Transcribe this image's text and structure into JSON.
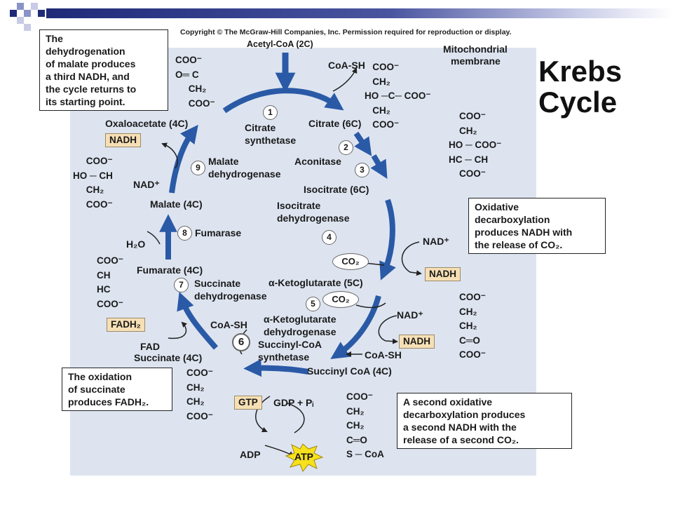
{
  "header": {
    "copyright": "Copyright © The McGraw-Hill Companies, Inc. Permission required for reproduction or display.",
    "title_line1": "Krebs",
    "title_line2": "Cycle",
    "bar_color": "#1e2a78",
    "square_colors": [
      "#1e2a78",
      "#8a93c7",
      "#c7cbe6"
    ]
  },
  "labels": {
    "acetyl_coa": "Acetyl-CoA (2C)",
    "coa_sh_top": "CoA-SH",
    "mito_membrane_1": "Mitochondrial",
    "mito_membrane_2": "membrane",
    "oxaloacetate": "Oxaloacetate (4C)",
    "citrate": "Citrate (6C)",
    "citrate_synthetase_1": "Citrate",
    "citrate_synthetase_2": "synthetase",
    "aconitase": "Aconitase",
    "isocitrate": "Isocitrate (6C)",
    "isocitrate_dh_1": "Isocitrate",
    "isocitrate_dh_2": "dehydrogenase",
    "malate_dh_1": "Malate",
    "malate_dh_2": "dehydrogenase",
    "nad_plus_left": "NAD⁺",
    "malate": "Malate (4C)",
    "fumarase": "Fumarase",
    "h2o": "H₂O",
    "fumarate": "Fumarate (4C)",
    "succinate_dh_1": "Succinate",
    "succinate_dh_2": "dehydrogenase",
    "a_ketoglutarate": "α-Ketoglutarate (5C)",
    "nad_plus_right1": "NAD⁺",
    "nad_plus_right2": "NAD⁺",
    "coa_sh_mid": "CoA-SH",
    "akg_dh_1": "α-Ketoglutarate",
    "akg_dh_2": "dehydrogenase",
    "succinyl_coa_synth_1": "Succinyl-CoA",
    "succinyl_coa_synth_2": "synthetase",
    "coa_sh_low": "CoA-SH",
    "fad": "FAD",
    "succinate": "Succinate (4C)",
    "succinyl_coa": "Succinyl CoA (4C)",
    "gdp_pi": "GDP + Pᵢ",
    "adp": "ADP"
  },
  "tags": {
    "nadh_left": "NADH",
    "nadh_right1": "NADH",
    "nadh_right2": "NADH",
    "fadh2": "FADH₂",
    "gtp": "GTP",
    "atp": "ATP"
  },
  "ovals": {
    "co2_1": "CO₂",
    "co2_2": "CO₂"
  },
  "steps": [
    "1",
    "2",
    "3",
    "4",
    "5",
    "6",
    "7",
    "8",
    "9"
  ],
  "boxes": {
    "malate_note": "The\ndehydrogenation\nof malate produces\na third NADH, and\nthe cycle returns to\nits starting point.",
    "oxidative_note": "Oxidative\ndecarboxylation\nproduces NADH with\nthe release of CO₂.",
    "succinate_note": "The oxidation\nof succinate\nproduces FADH₂.",
    "second_note": "A second oxidative\ndecarboxylation produces\na second NADH with the\nrelease of a second CO₂."
  },
  "molecules": {
    "oxaloacetate": "COO⁻\nO═ C\n     CH₂\n     COO⁻",
    "citrate": "   COO⁻\n   CH₂\nHO ─C─ COO⁻\n   CH₂\n   COO⁻",
    "isocitrate": "    COO⁻\n    CH₂\nHO ─ COO⁻\nHC ─ CH\n    COO⁻",
    "malate": "     COO⁻\nHO ─ CH\n     CH₂\n     COO⁻",
    "fumarate": "COO⁻\nCH\nHC\nCOO⁻",
    "a_ketoglutarate": "COO⁻\nCH₂\nCH₂\nC═O\nCOO⁻",
    "succinate": "COO⁻\nCH₂\nCH₂\nCOO⁻",
    "succinyl_coa": "COO⁻\nCH₂\nCH₂\nC═O\nS ─ CoA"
  }
}
